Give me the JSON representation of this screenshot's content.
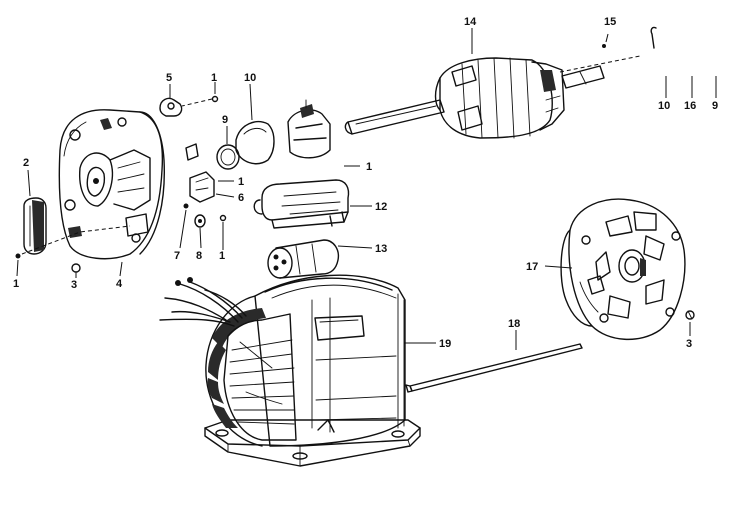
{
  "diagram": {
    "callouts": {
      "c1a": "1",
      "c1b": "1",
      "c1c": "1",
      "c1d": "1",
      "c1e": "1",
      "c2": "2",
      "c3a": "3",
      "c3b": "3",
      "c4": "4",
      "c5": "5",
      "c6": "6",
      "c7": "7",
      "c8": "8",
      "c9a": "9",
      "c9b": "9",
      "c10a": "10",
      "c10b": "10",
      "c12": "12",
      "c13": "13",
      "c14": "14",
      "c15": "15",
      "c16": "16",
      "c17": "17",
      "c18": "18",
      "c19": "19"
    }
  }
}
